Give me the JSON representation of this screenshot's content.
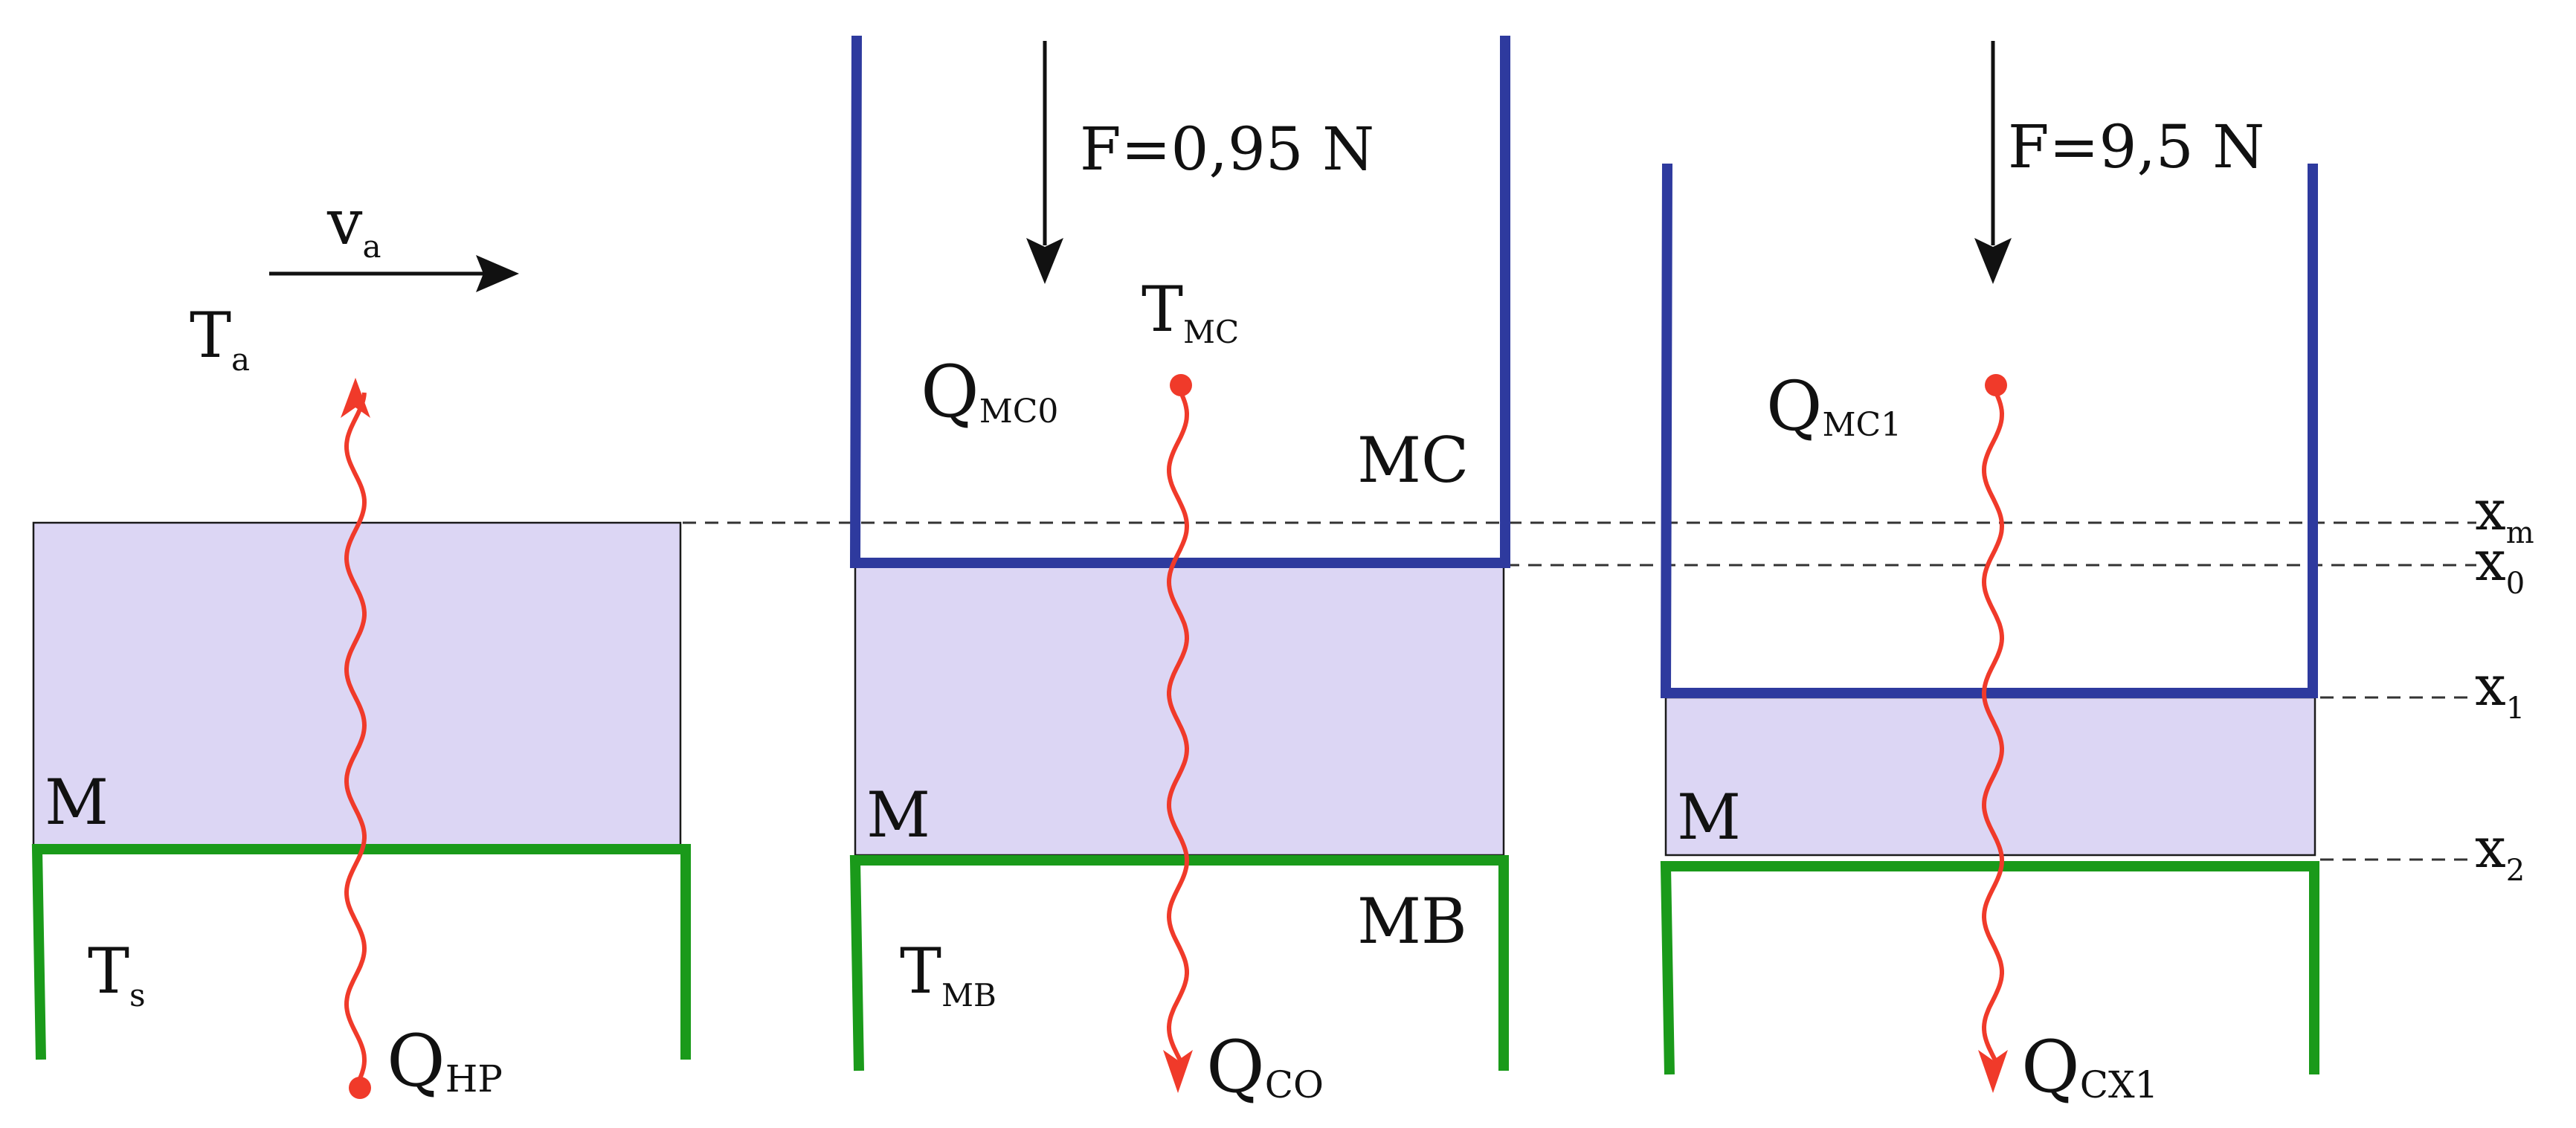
{
  "colors": {
    "material_fill": "#dcd6f4",
    "material_stroke": "#1a1a1a",
    "top_plate": "#2e3a9e",
    "bottom_plate": "#1a9a1a",
    "heat_flow": "#f03a2a",
    "dashed": "#333333",
    "text": "#111111"
  },
  "panel1": {
    "velocity": {
      "main": "v",
      "sub": "a"
    },
    "ambient_temp": {
      "main": "T",
      "sub": "a"
    },
    "material": "M",
    "surface_temp": {
      "main": "T",
      "sub": "s"
    },
    "heat": {
      "main": "Q",
      "sub": "HP"
    }
  },
  "panel2": {
    "force": "F=0,95 N",
    "heat_top": {
      "main": "Q",
      "sub": "MC0"
    },
    "top_temp": {
      "main": "T",
      "sub": "MC"
    },
    "top_plate": "MC",
    "material": "M",
    "bottom_plate": "MB",
    "bottom_temp": {
      "main": "T",
      "sub": "MB"
    },
    "heat": {
      "main": "Q",
      "sub": "CO"
    }
  },
  "panel3": {
    "force": "F=9,5 N",
    "heat_top": {
      "main": "Q",
      "sub": "MC1"
    },
    "material": "M",
    "heat": {
      "main": "Q",
      "sub": "CX1"
    }
  },
  "levels": [
    {
      "main": "x",
      "sub": "m"
    },
    {
      "main": "x",
      "sub": "0"
    },
    {
      "main": "x",
      "sub": "1"
    },
    {
      "main": "x",
      "sub": "2"
    }
  ]
}
